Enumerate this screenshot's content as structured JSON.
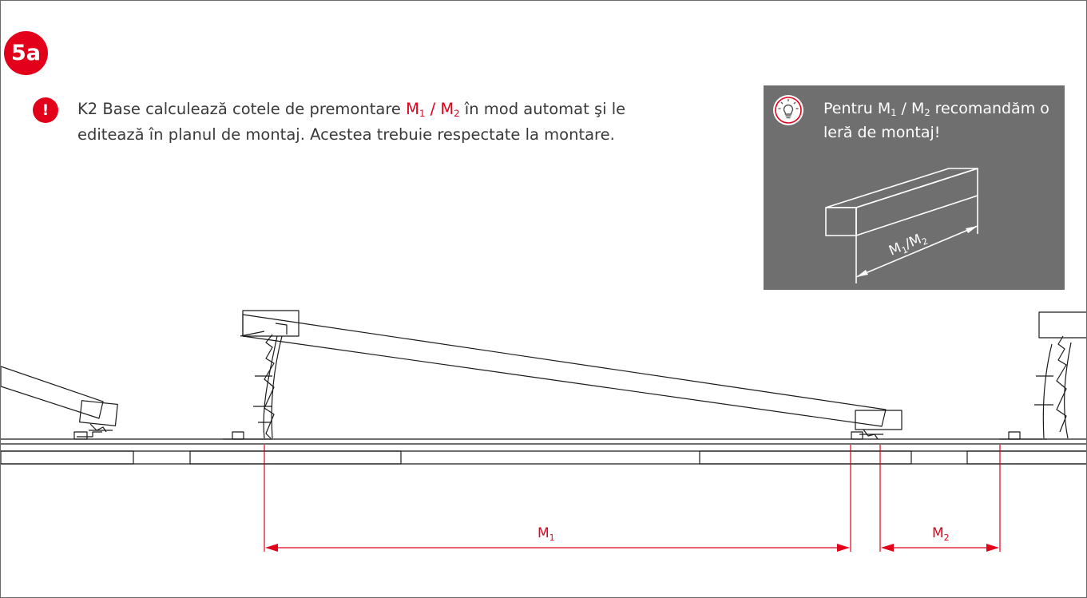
{
  "step": {
    "label": "5a"
  },
  "warning": {
    "icon": "exclamation-icon",
    "symbol": "!",
    "text_1": "K2 Base calculează cotele de premontare ",
    "m1": "M",
    "m1_sub": "1",
    "slash": " / ",
    "m2": "M",
    "m2_sub": "2",
    "text_2": " în mod automat şi le editează în planul de montaj. Acestea trebuie respectate la montare."
  },
  "tip": {
    "icon": "lightbulb-icon",
    "text_1": "Pentru M",
    "m1_sub": "1",
    "slash": " / M",
    "m2_sub": "2",
    "text_2": " recoman­dăm o leră de montaj!",
    "gauge_label": "M",
    "gauge_sub1": "1",
    "gauge_slash": "/M",
    "gauge_sub2": "2"
  },
  "dimensions": {
    "m1_label": "M",
    "m1_sub": "1",
    "m2_label": "M",
    "m2_sub": "2"
  },
  "colors": {
    "accent": "#e2001a",
    "line": "#1a1a1a",
    "tip_bg": "#6f6f6f",
    "text": "#3a3a3a"
  }
}
